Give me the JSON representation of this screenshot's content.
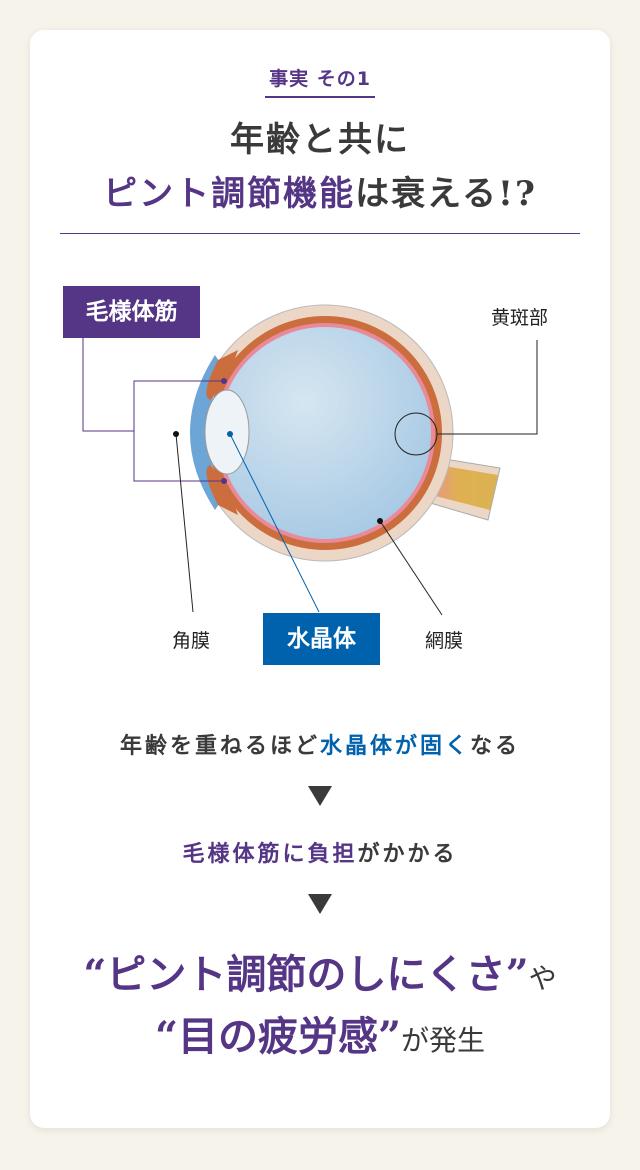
{
  "header": {
    "tag": "事実 その1",
    "title_line1": "年齢と共に",
    "title_line2_purple": "ピント調節機能",
    "title_line2_rest": "は衰える!?"
  },
  "diagram": {
    "ciliary_muscle": "毛様体筋",
    "macula": "黄斑部",
    "cornea": "角膜",
    "lens": "水晶体",
    "retina": "網膜"
  },
  "explanation": {
    "line1_a": "年齢を重ねるほど",
    "line1_b": "水晶体が固く",
    "line1_c": "なる",
    "line2_a": "毛様体筋に負担",
    "line2_b": "がかかる",
    "result1_a": "“ピント調節のしにくさ”",
    "result1_b": "や",
    "result2_a": "“目の疲労感”",
    "result2_b": "が発生"
  },
  "colors": {
    "purple": "#553585",
    "blue": "#0062ac"
  }
}
